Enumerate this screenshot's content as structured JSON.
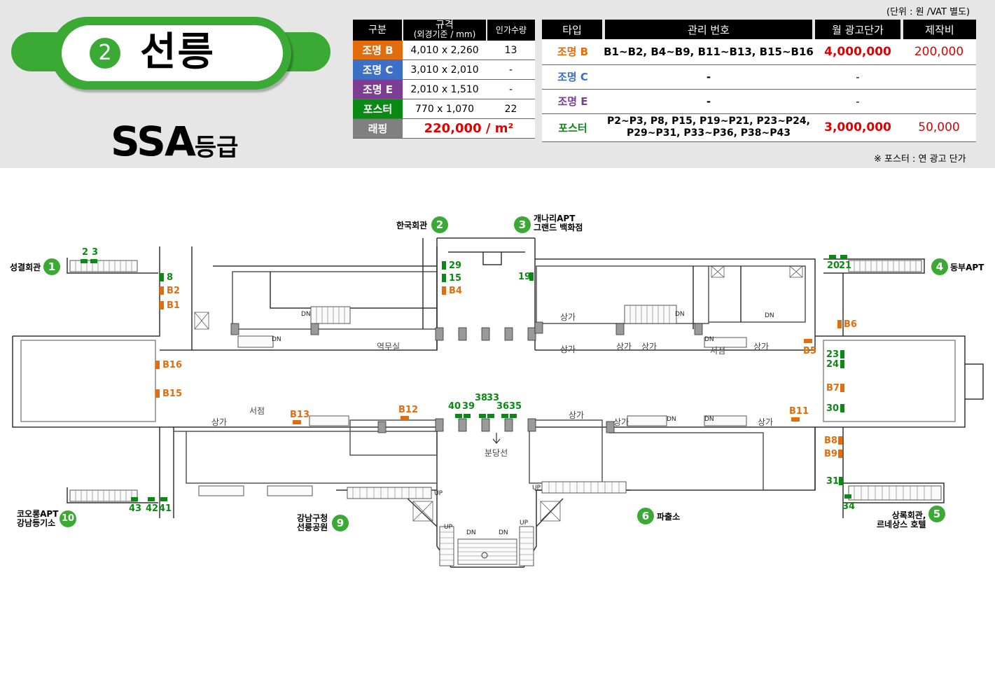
{
  "header": {
    "station_number": "2",
    "station_name": "선릉",
    "grade_main": "SSA",
    "grade_sub": "등급",
    "unit_note": "(단위 : 원 /VAT 별도)",
    "poster_note": "※ 포스터 : 연 광고 단가"
  },
  "spec_table": {
    "headers": [
      "구분",
      "규격",
      "(외경기준 / mm)",
      "인가수량"
    ],
    "rows": [
      {
        "type": "조명 B",
        "size": "4,010 x 2,260",
        "qty": "13"
      },
      {
        "type": "조명 C",
        "size": "3,010 x 2,010",
        "qty": "-"
      },
      {
        "type": "조명 E",
        "size": "2,010 x 1,510",
        "qty": "-"
      },
      {
        "type": "포스터",
        "size": "770 x 1,070",
        "qty": "22"
      }
    ],
    "wrapping": {
      "type": "래핑",
      "price": "220,000 / m²"
    }
  },
  "price_table": {
    "headers": [
      "타입",
      "관리 번호",
      "월 광고단가",
      "제작비"
    ],
    "rows": [
      {
        "type": "조명 B",
        "ids": "B1~B2, B4~B9, B11~B13, B15~B16",
        "price": "4,000,000",
        "fee": "200,000"
      },
      {
        "type": "조명 C",
        "ids": "-",
        "price": "-",
        "fee": ""
      },
      {
        "type": "조명 E",
        "ids": "-",
        "price": "-",
        "fee": ""
      },
      {
        "type": "포스터",
        "ids_line1": "P2~P3, P8, P15, P19~P21, P23~P24,",
        "ids_line2": "P29~P31, P33~P36, P38~P43",
        "price": "3,000,000",
        "fee": "50,000"
      }
    ]
  },
  "colors": {
    "green": "#3aaa35",
    "light_b": "#e26d0e",
    "light_c": "#3c6fc7",
    "light_e": "#7c3d93",
    "poster": "#0a8a14",
    "wrapping": "#808080",
    "price_red": "#e00000"
  },
  "map": {
    "landmarks": [
      {
        "num": "1",
        "line1": "성결회관",
        "line2": ""
      },
      {
        "num": "2",
        "line1": "한국회관",
        "line2": ""
      },
      {
        "num": "3",
        "line1": "개나리APT",
        "line2": "그랜드 백화점"
      },
      {
        "num": "4",
        "line1": "동부APT",
        "line2": ""
      },
      {
        "num": "5",
        "line1": "상록회관,",
        "line2": "르네상스 호텔"
      },
      {
        "num": "6",
        "line1": "파출소",
        "line2": ""
      },
      {
        "num": "9",
        "line1": "강남구청",
        "line2": "선릉공원"
      },
      {
        "num": "10",
        "line1": "코오롱APT",
        "line2": "강남등기소"
      }
    ],
    "markers": {
      "m2": "2",
      "m3": "3",
      "m8": "8",
      "mB2": "B2",
      "mB1": "B1",
      "mB16": "B16",
      "mB15": "B15",
      "m29": "29",
      "m15": "15",
      "mB4": "B4",
      "m19": "19",
      "m20": "20",
      "m21": "21",
      "mB6": "B6",
      "mB5": "B5",
      "m23": "23",
      "m24": "24",
      "mB7": "B7",
      "m30": "30",
      "mB8": "B8",
      "mB9": "B9",
      "m31": "31",
      "m34": "34",
      "mB13": "B13",
      "mB12": "B12",
      "m40": "40",
      "m39": "39",
      "m38": "38",
      "m33": "33",
      "m36": "36",
      "m35": "35",
      "mB11": "B11",
      "m43": "43",
      "m42": "42",
      "m41": "41"
    },
    "rooms": {
      "sangga": "상가",
      "yeokmusil": "역무실",
      "seojeom": "서점",
      "bundang": "분당선",
      "dn": "DN",
      "up": "UP"
    }
  }
}
